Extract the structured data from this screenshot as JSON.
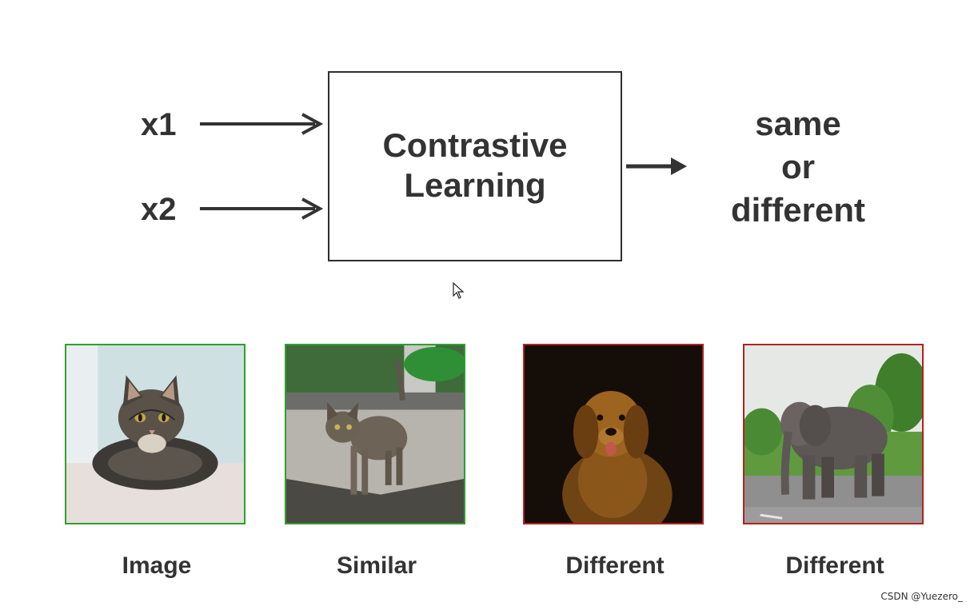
{
  "inputs": [
    {
      "label": "x1"
    },
    {
      "label": "x2"
    }
  ],
  "box": {
    "line1": "Contrastive",
    "line2": "Learning"
  },
  "output": {
    "line1": "same",
    "line2": "or",
    "line3": "different"
  },
  "colors": {
    "similar_border": "#2ea02e",
    "different_border": "#b22222",
    "text": "#333333"
  },
  "images": [
    {
      "caption": "Image",
      "depicts": "cat",
      "border": "similar"
    },
    {
      "caption": "Similar",
      "depicts": "cat",
      "border": "similar"
    },
    {
      "caption": "Different",
      "depicts": "dog",
      "border": "different"
    },
    {
      "caption": "Different",
      "depicts": "elephant",
      "border": "different"
    }
  ],
  "watermark": "CSDN @Yuezero_"
}
